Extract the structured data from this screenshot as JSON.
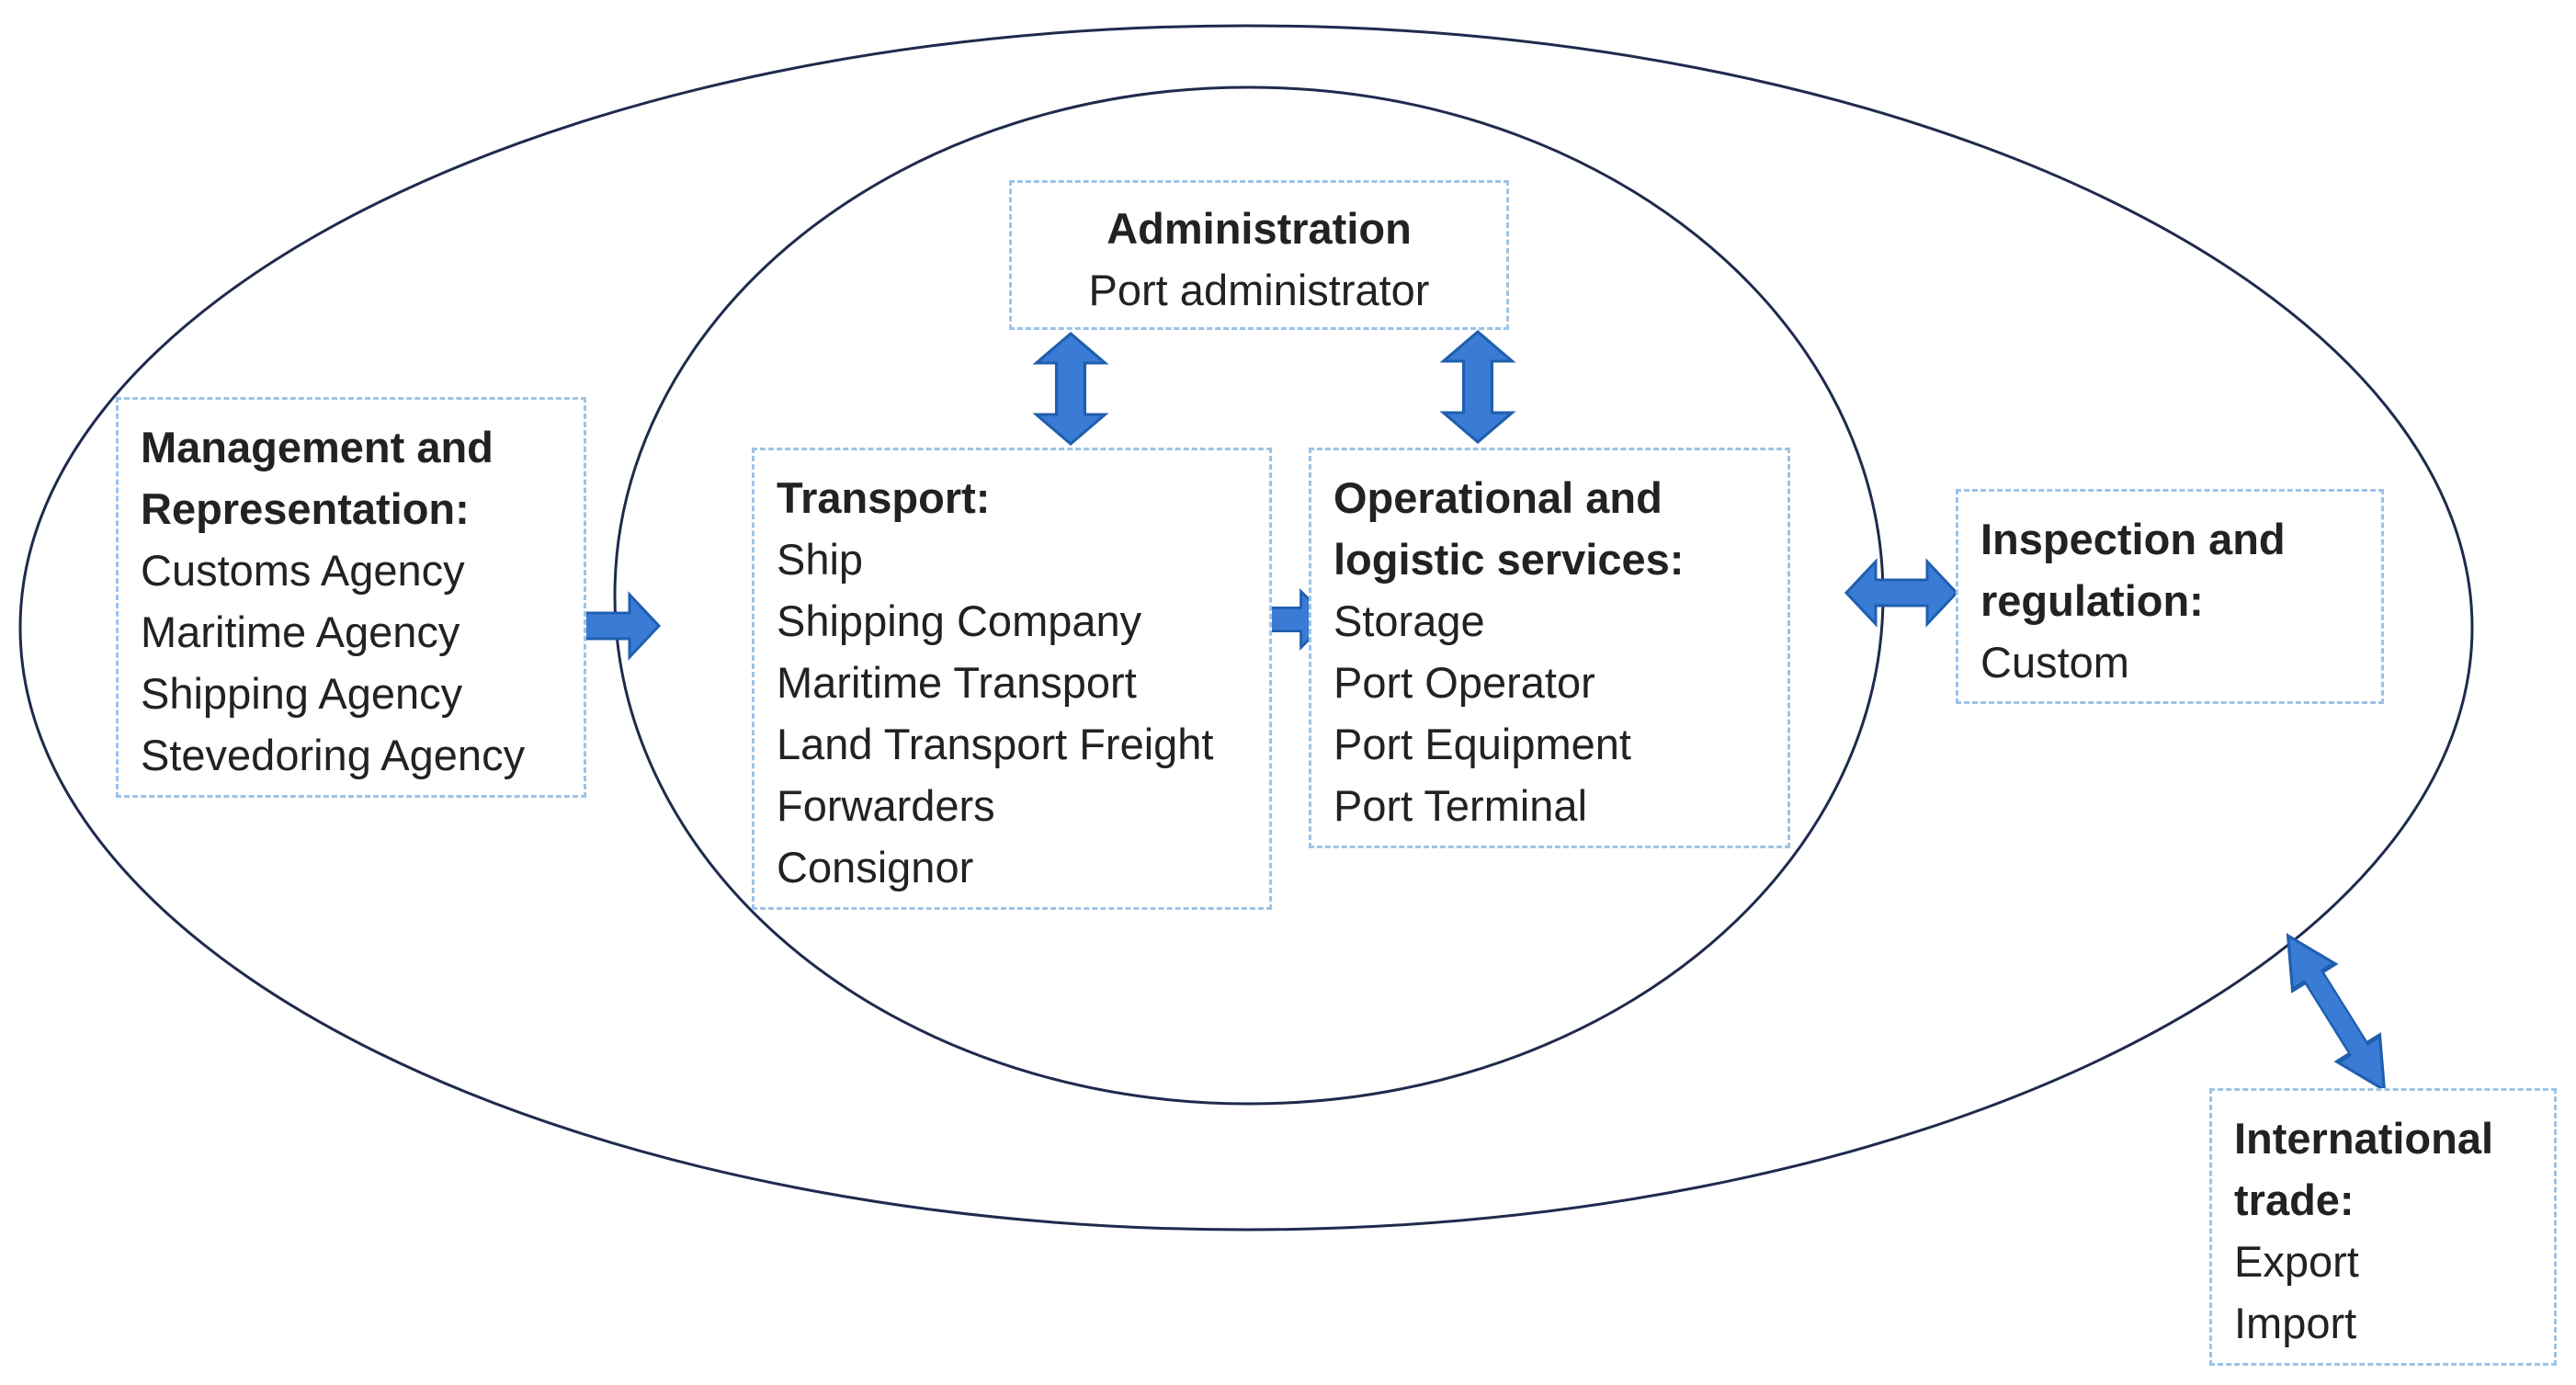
{
  "colors": {
    "ellipse_stroke": "#1f2a4d",
    "box_border": "#9dc3e6",
    "arrow_fill": "#3a7bd5",
    "arrow_stroke": "#1f5fae"
  },
  "administration": {
    "title": "Administration",
    "items": [
      "Port administrator"
    ]
  },
  "management": {
    "title_line1": "Management and",
    "title_line2": "Representation:",
    "items": [
      "Customs Agency",
      "Maritime Agency",
      "Shipping Agency",
      "Stevedoring Agency"
    ]
  },
  "transport": {
    "title": "Transport:",
    "items": [
      "Ship",
      "Shipping Company",
      "Maritime Transport",
      "Land Transport Freight",
      "Forwarders",
      "Consignor"
    ]
  },
  "operational": {
    "title_line1": "Operational and",
    "title_line2": "logistic services:",
    "items": [
      "Storage",
      "Port Operator",
      "Port Equipment",
      "Port Terminal"
    ]
  },
  "inspection": {
    "title_line1": "Inspection and",
    "title_line2": "regulation:",
    "items": [
      "Custom"
    ]
  },
  "trade": {
    "title_line1": "International",
    "title_line2": "trade:",
    "items": [
      "Export",
      "Import"
    ]
  },
  "arrows": [
    {
      "name": "arrow-admin-transport",
      "icon": "double-arrow-vertical"
    },
    {
      "name": "arrow-admin-operational",
      "icon": "double-arrow-vertical"
    },
    {
      "name": "arrow-management-inner",
      "icon": "double-arrow-horizontal"
    },
    {
      "name": "arrow-transport-operational",
      "icon": "double-arrow-horizontal"
    },
    {
      "name": "arrow-inner-inspection",
      "icon": "double-arrow-horizontal"
    },
    {
      "name": "arrow-outer-trade",
      "icon": "double-arrow-diagonal"
    }
  ]
}
